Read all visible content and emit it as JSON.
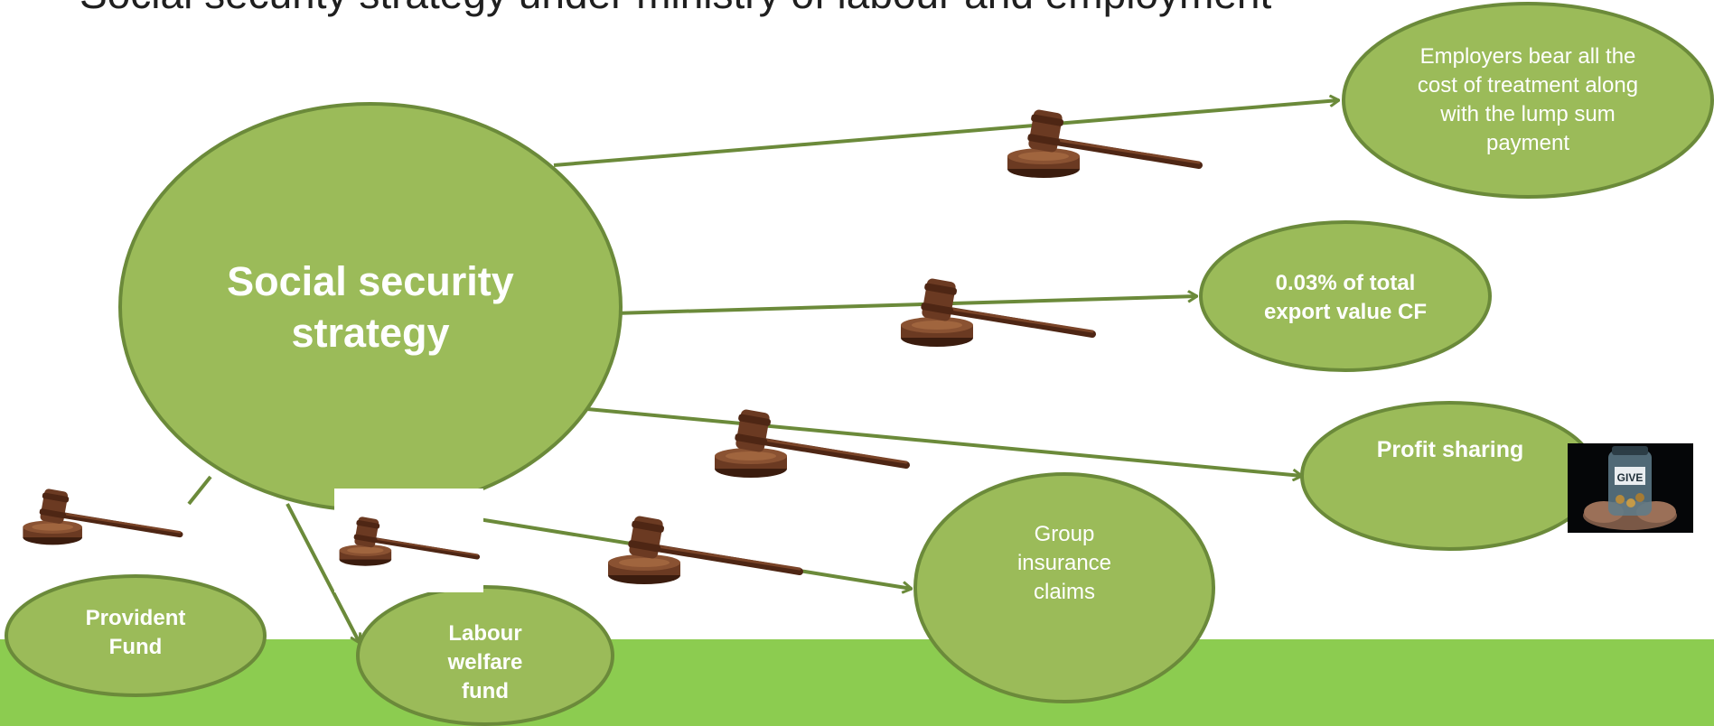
{
  "title": "Social security strategy under ministry of labour and employment",
  "hub": {
    "label": "Social security strategy"
  },
  "nodes": {
    "employers": "Employers bear all the cost of treatment along with the lump sum payment",
    "export": "0.03% of total export value CF",
    "profit": "Profit sharing",
    "group": "Group insurance claims",
    "provident": "Provident Fund",
    "labour": "Labour welfare fund"
  },
  "jar_label": "GIVE",
  "colors": {
    "node_fill": "#9bbb59",
    "node_border": "#6b8a3a",
    "connector": "#6b8a3a",
    "footer_band": "#8ccc50",
    "gavel_wood": "#5a2e18"
  },
  "icons": [
    "gavel-icon",
    "donation-jar-photo"
  ]
}
